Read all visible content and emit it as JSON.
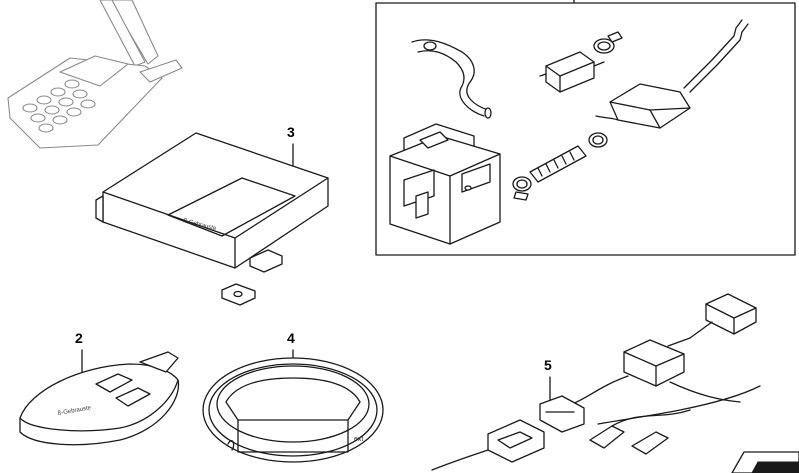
{
  "callouts": {
    "part_2": "2",
    "part_3": "3",
    "part_4": "4",
    "part_5": "5"
  },
  "labels": {
    "control_unit_brand": "ß-Gebrauste",
    "remote_brand": "ß-Gebrauste",
    "antenna_marking": "ext"
  }
}
